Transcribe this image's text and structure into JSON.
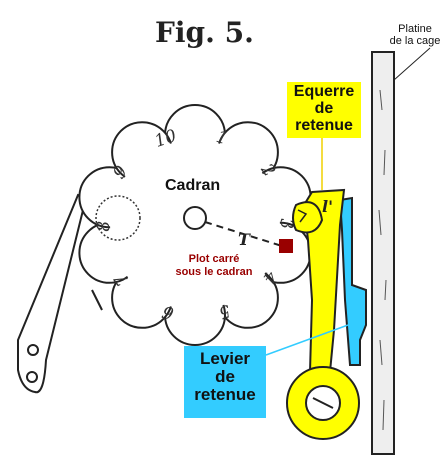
{
  "figure": {
    "title": "Fig. 5.",
    "labels": {
      "platine": "Platine\nde la cage",
      "equerre": "Equerre\nde\nretenue",
      "cadran": "Cadran",
      "plot": "Plot carré\nsous le cadran",
      "levier": "Levier\nde\nretenue",
      "equerre_mark": "l'",
      "cadran_mark": "T"
    },
    "dial_numerals": [
      "1",
      "2",
      "3",
      "4",
      "5",
      "6",
      "7",
      "8",
      "9",
      "10"
    ],
    "colors": {
      "equerre": "#ffff00",
      "levier": "#33ccff",
      "plot": "#990000",
      "plot_text": "#990000",
      "line": "#222222",
      "plate_fill": "#eeeeee"
    }
  }
}
